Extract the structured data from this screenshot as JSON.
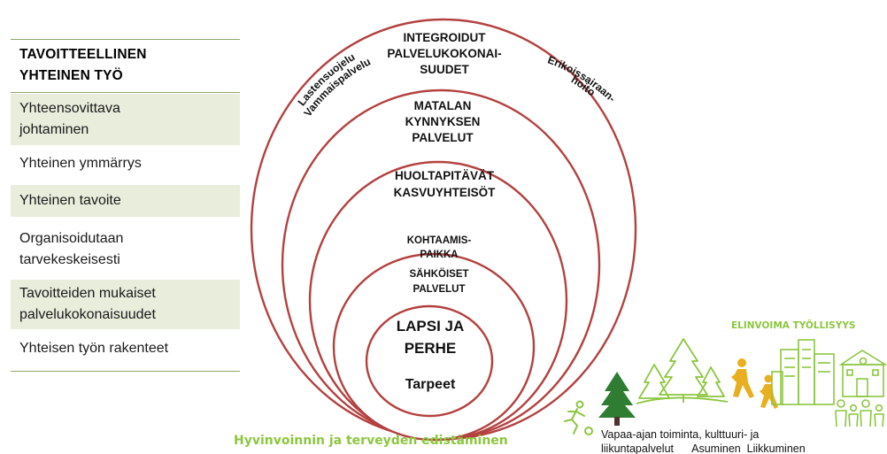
{
  "left_panel": {
    "header": [
      "TAVOITTEELLINEN",
      "YHTEINEN TYÖ"
    ],
    "items": [
      {
        "lines": [
          "Yhteensovittava",
          "johtaminen"
        ],
        "shaded": true
      },
      {
        "lines": [
          "Yhteinen ymmärrys"
        ],
        "shaded": false
      },
      {
        "lines": [
          "Yhteinen tavoite"
        ],
        "shaded": true
      },
      {
        "lines": [
          "Organisoidutaan",
          "tarvekeskeisesti"
        ],
        "shaded": false
      },
      {
        "lines": [
          "Tavoitteiden mukaiset",
          "palvelukokonaisuudet"
        ],
        "shaded": true
      },
      {
        "lines": [
          "Yhteisen työn rakenteet"
        ],
        "shaded": false
      }
    ]
  },
  "circles": {
    "outer": {
      "lines": [
        "INTEGROIDUT",
        "PALVELUKOKONAI-",
        "SUUDET"
      ]
    },
    "left_arc": {
      "line1": "Lastensuojelu",
      "line2": "Vammaispalvelu"
    },
    "right_arc": {
      "line1": "Erikoissairaan-",
      "line2": "hoito"
    },
    "second": {
      "lines": [
        "MATALAN",
        "KYNNYKSEN",
        "PALVELUT"
      ]
    },
    "third": {
      "lines": [
        "HUOLTAPITÄVÄT",
        "KASVUYHTEISÖT"
      ]
    },
    "fourth": {
      "lines": [
        "KOHTAAMIS-",
        "PAIKKA",
        "SÄHKÖISET",
        "PALVELUT"
      ]
    },
    "core": {
      "title_lines": [
        "LAPSI JA",
        "PERHE"
      ],
      "subtitle": "Tarpeet"
    }
  },
  "bottom": {
    "promotion_label": "Hyvinvoinnin ja terveyden edistäminen",
    "vitality_label": "ELINVOIMA  TYÖLLISYYS",
    "services_line1": "Vapaa-ajan toiminta, kulttuuri- ja",
    "services_line2": "liikuntapalvelut      Asuminen  Liikkuminen"
  },
  "colors": {
    "circle_stroke": "#b3413f",
    "green_accent": "#8cc63f",
    "dark_tree": "#2e7d32",
    "person_yellow": "#e8b020",
    "shaded_row": "#e8eddc",
    "rule_line": "#8fa86a"
  },
  "icons": [
    "running-person-icon",
    "dark-tree-icon",
    "forest-icon",
    "walking-people-icon",
    "city-buildings-icon",
    "school-building-icon",
    "family-icon"
  ]
}
